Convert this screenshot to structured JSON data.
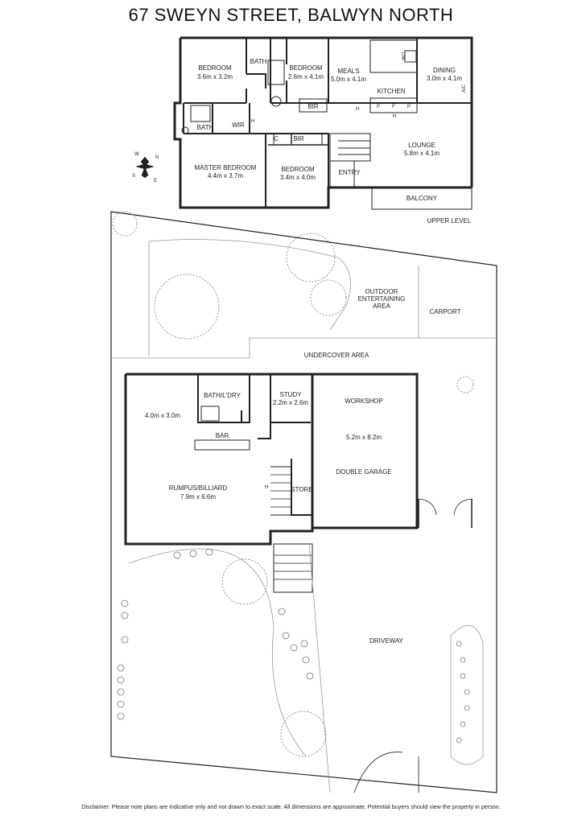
{
  "title": "67 SWEYN STREET, BALWYN NORTH",
  "upper": {
    "level_label": "UPPER LEVEL",
    "bedroom1": {
      "name": "BEDROOM",
      "dims": "3.6m x 3.2m"
    },
    "bath1": "BATH",
    "bedroom2": {
      "name": "BEDROOM",
      "dims": "2.6m x 4.1m"
    },
    "meals": {
      "name": "MEALS",
      "dims": "5.0m x 4.1m"
    },
    "kitchen": "KITCHEN",
    "dining": {
      "name": "DINING",
      "dims": "3.0m x 4.1m"
    },
    "bath2": "BATH",
    "wir": "WIR",
    "bir1": "BIR",
    "bir2": "BIR",
    "c": "C",
    "h1": "H",
    "h2": "H",
    "h3": "H",
    "p1": "P",
    "f": "F",
    "p2": "P",
    "dw": "DW",
    "ac": "A/C",
    "master": {
      "name": "MASTER BEDROOM",
      "dims": "4.4m x 3.7m"
    },
    "bedroom3": {
      "name": "BEDROOM",
      "dims": "3.4m x 4.0m"
    },
    "lounge": {
      "name": "LOUNGE",
      "dims": "5.8m x 4.1m"
    },
    "entry": "ENTRY",
    "balcony": "BALCONY",
    "compass": {
      "n": "N",
      "s": "S",
      "e": "E",
      "w": "W"
    }
  },
  "lower": {
    "outdoor": [
      "OUTDOOR",
      "ENTERTAINING",
      "AREA"
    ],
    "carport": "CARPORT",
    "undercover": "UNDERCOVER AREA",
    "bath_ldry": "BATH/L'DRY",
    "study": {
      "name": "STUDY",
      "dims": "2.2m x 2.6m"
    },
    "workshop": "WORKSHOP",
    "room_dims": "4.0m x 3.0m",
    "bar": "BAR",
    "garage": {
      "dims": "5.2m x 8.2m",
      "name": "DOUBLE GARAGE"
    },
    "store": "STORE",
    "h": "H",
    "rumpus": {
      "name": "RUMPUS/BILLIARD",
      "dims": "7.9m x 6.6m"
    },
    "driveway": "DRIVEWAY"
  },
  "disclaimer": "Disclaimer: Please note plans are indicative only and not drawn to exact scale. All dimensions are approximate. Potential buyers should view the property in person."
}
